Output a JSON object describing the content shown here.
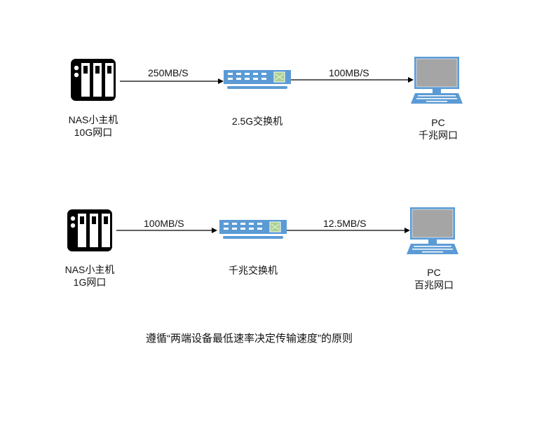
{
  "colors": {
    "device_blue": "#5b9bd5",
    "nas_black": "#000000",
    "screen_gray": "#a5a5a5",
    "switch_port_green": "#a9d18e"
  },
  "rows": [
    {
      "nas": {
        "icon": "nas-icon",
        "line1": "NAS小主机",
        "line2": "10G网口"
      },
      "link1_speed": "250MB/S",
      "switch": {
        "icon": "switch-icon",
        "label": "2.5G交换机"
      },
      "link2_speed": "100MB/S",
      "pc": {
        "icon": "pc-icon",
        "line1": "PC",
        "line2": "千兆网口"
      }
    },
    {
      "nas": {
        "icon": "nas-icon",
        "line1": "NAS小主机",
        "line2": "1G网口"
      },
      "link1_speed": "100MB/S",
      "switch": {
        "icon": "switch-icon",
        "label": "千兆交换机"
      },
      "link2_speed": "12.5MB/S",
      "pc": {
        "icon": "pc-icon",
        "line1": "PC",
        "line2": "百兆网口"
      }
    }
  ],
  "caption": "遵循“两端设备最低速率决定传输速度”的原则"
}
